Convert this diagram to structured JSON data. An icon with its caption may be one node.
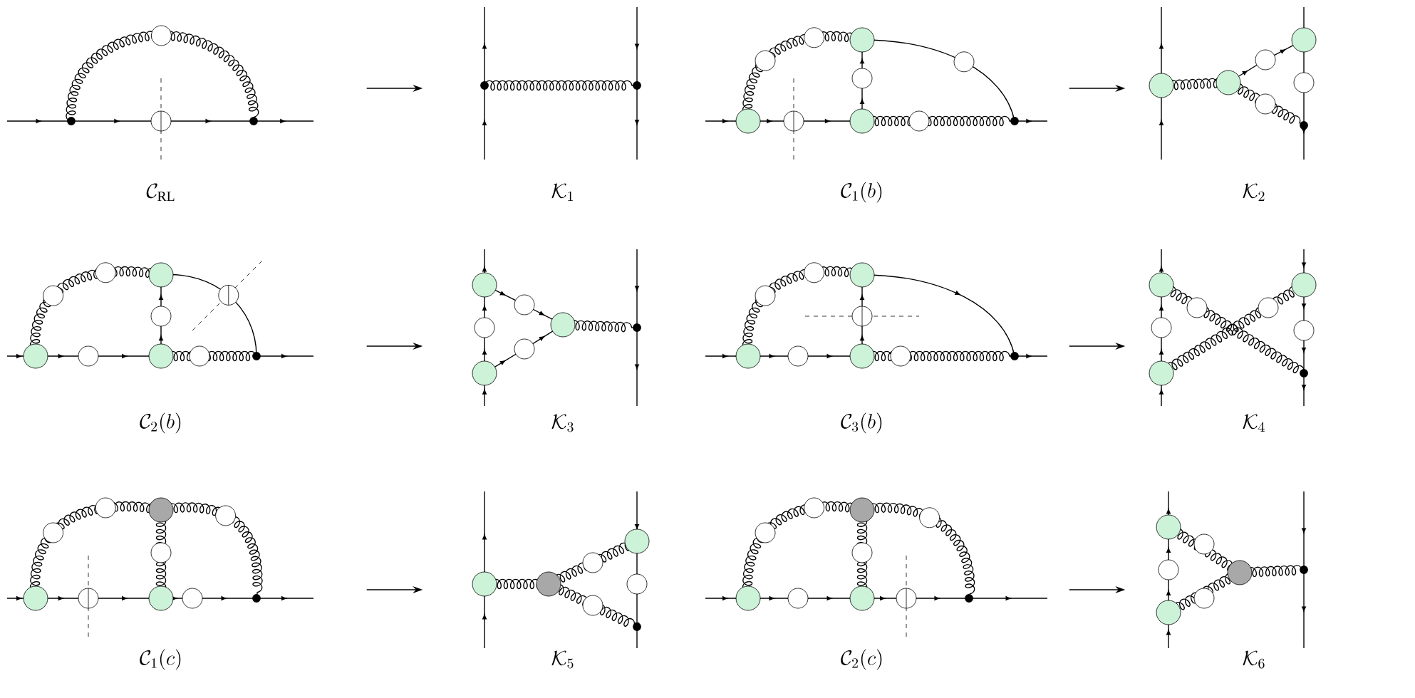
{
  "diagram": {
    "nodes": [
      {
        "text": [],
        "shape": "picture",
        "beside": [
          "\\mathcal{C}_{\\mathrm{RL}}"
        ]
      },
      {
        "text": [],
        "shape": "picture",
        "beside": [
          "\\mathcal{K}_1"
        ]
      },
      {
        "text": [],
        "shape": "picture",
        "beside": [
          "\\mathcal{C}_1(b)"
        ]
      },
      {
        "text": [],
        "shape": "picture",
        "beside": [
          "\\mathcal{K}_2"
        ]
      },
      {
        "text": [],
        "shape": "picture",
        "beside": [
          "\\mathcal{C}_2(b)"
        ]
      },
      {
        "text": [],
        "shape": "picture",
        "beside": [
          "\\mathcal{K}_3"
        ]
      },
      {
        "text": [],
        "shape": "picture",
        "beside": [
          "\\mathcal{C}_3(b)"
        ]
      },
      {
        "text": [],
        "shape": "picture",
        "beside": [
          "\\mathcal{K}_4"
        ]
      },
      {
        "text": [],
        "shape": "picture",
        "beside": [
          "\\mathcal{C}_1(c)"
        ]
      },
      {
        "text": [],
        "shape": "picture",
        "beside": [
          "\\mathcal{K}_5"
        ]
      },
      {
        "text": [],
        "shape": "picture",
        "beside": [
          "\\mathcal{C}_2(c)"
        ]
      },
      {
        "text": [],
        "shape": "picture",
        "beside": [
          "\\mathcal{K}_6"
        ]
      }
    ],
    "edges": [
      {
        "from": 0,
        "to": 1,
        "arrow": "to"
      },
      {
        "from": 2,
        "to": 3,
        "arrow": "to"
      },
      {
        "from": 4,
        "to": 5,
        "arrow": "to"
      },
      {
        "from": 6,
        "to": 7,
        "arrow": "to"
      },
      {
        "from": 8,
        "to": 9,
        "arrow": "to"
      },
      {
        "from": 10,
        "to": 11,
        "arrow": "to"
      }
    ]
  }
}
